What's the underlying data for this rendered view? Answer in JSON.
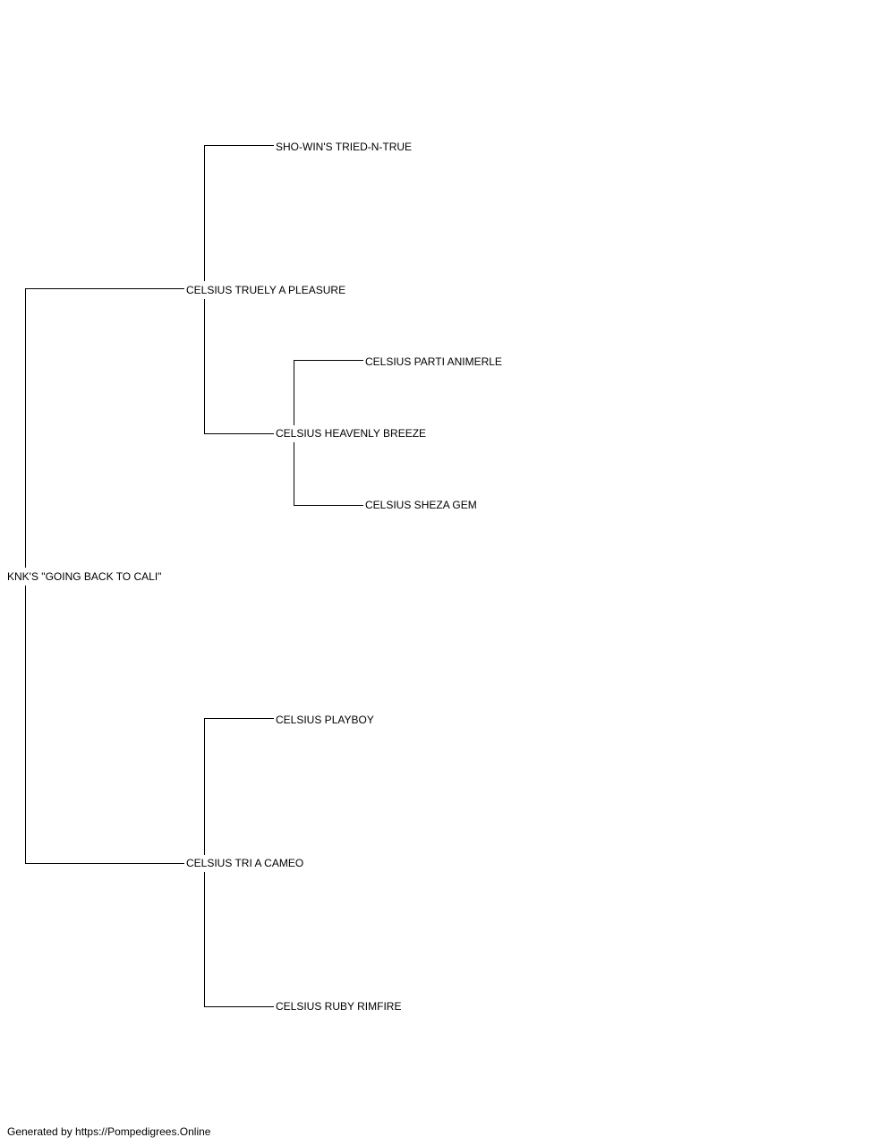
{
  "pedigree": {
    "subject": "KNK'S \"GOING BACK TO CALI\"",
    "sire": "CELSIUS TRUELY A PLEASURE",
    "sire_sire": "SHO-WIN'S TRIED-N-TRUE",
    "sire_dam": "CELSIUS HEAVENLY BREEZE",
    "sire_dam_sire": "CELSIUS PARTI ANIMERLE",
    "sire_dam_dam": "CELSIUS SHEZA GEM",
    "dam": "CELSIUS TRI A CAMEO",
    "dam_sire": "CELSIUS PLAYBOY",
    "dam_dam": "CELSIUS RUBY RIMFIRE"
  },
  "footer": {
    "text": "Generated by https://Pompedigrees.Online"
  },
  "colors": {
    "line": "#000000",
    "background": "#ffffff"
  }
}
